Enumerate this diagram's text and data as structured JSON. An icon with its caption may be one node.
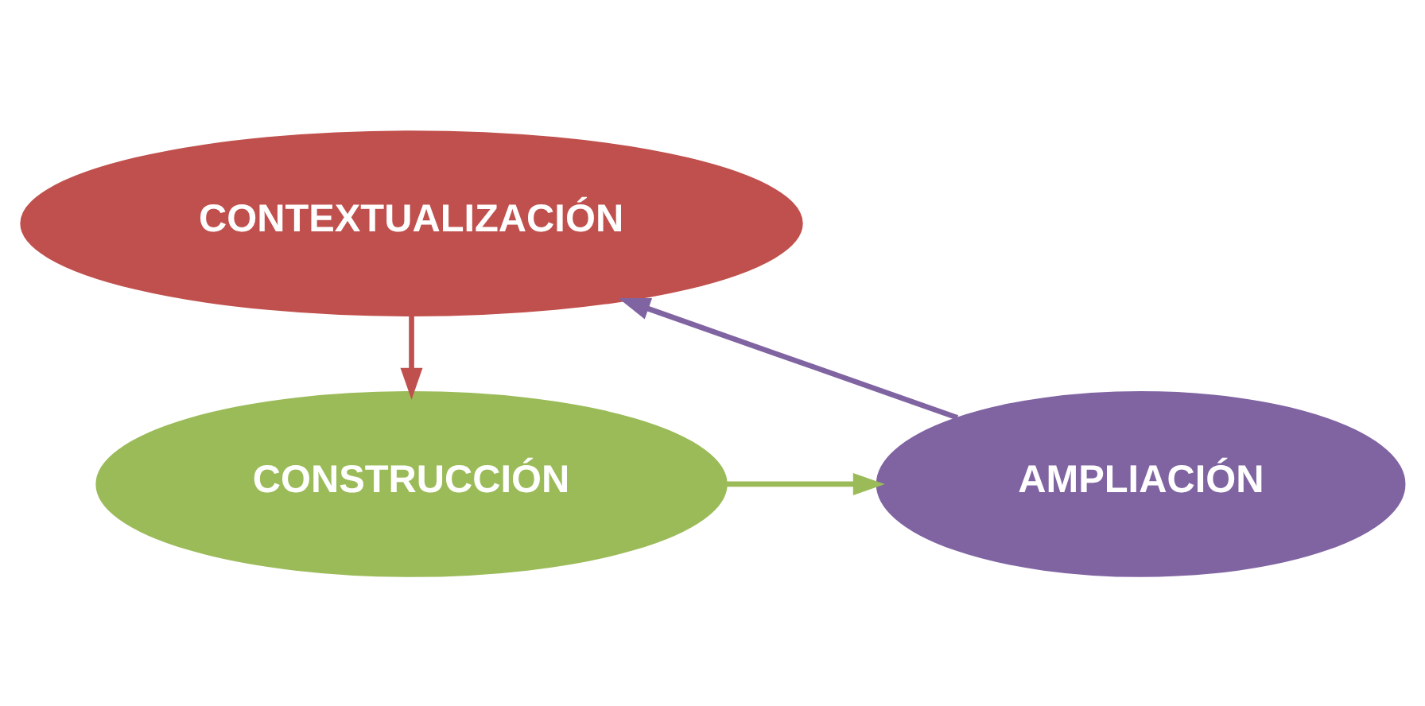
{
  "diagram": {
    "nodes": [
      {
        "text": [
          "CONTEXTUALIZACIÓN"
        ]
      },
      {
        "text": [
          "CONSTRUCCIÓN"
        ]
      },
      {
        "text": [
          "AMPLIACIÓN"
        ]
      }
    ],
    "edges": [
      {
        "from": 0,
        "to": 1,
        "arrow": "to",
        "color": "#c0504d"
      },
      {
        "from": 1,
        "to": 2,
        "arrow": "to",
        "color": "#9bbb59"
      },
      {
        "from": 2,
        "to": 0,
        "arrow": "to",
        "color": "#8064a2"
      }
    ]
  }
}
